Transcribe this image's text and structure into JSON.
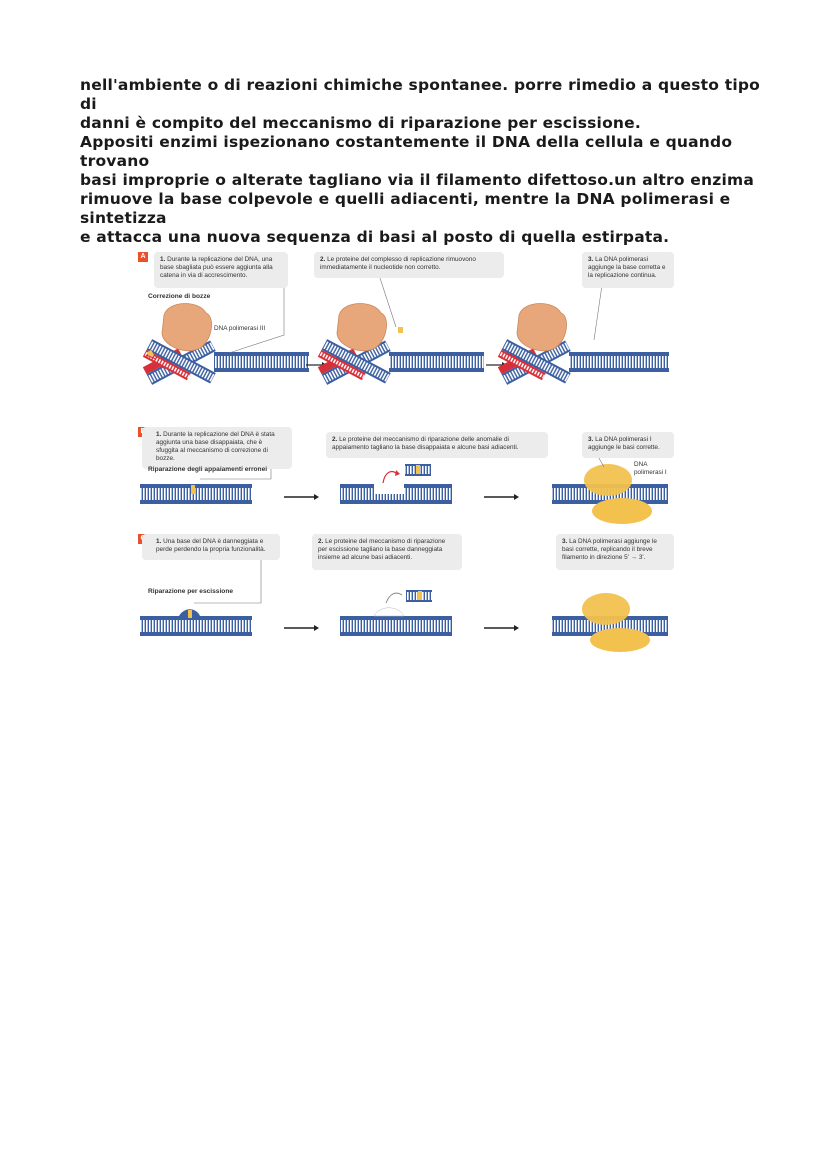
{
  "text": {
    "lines": [
      "nell'ambiente o di reazioni chimiche spontanee. porre rimedio a questo tipo di",
      "danni è compito del meccanismo di riparazione per escissione.",
      "Appositi enzimi ispezionano costantemente il DNA della cellula e quando trovano",
      "basi improprie o alterate tagliano via il filamento difettoso.un altro enzima",
      "rimuove la base colpevole e quelli adiacenti, mentre la DNA polimerasi e sintetizza",
      "e attacca una nuova sequenza di basi al posto di quella estirpata."
    ]
  },
  "figure": {
    "panel_a": {
      "letter": "A",
      "step1_num": "1.",
      "step1": "Durante la replicazione del DNA, una base sbagliata può essere aggiunta alla catena in via di accrescimento.",
      "step2_num": "2.",
      "step2": "Le proteine del complesso di replicazione rimuovono immediatamente il nucleotide non corretto.",
      "step3_num": "3.",
      "step3": "La DNA polimerasi aggiunge la base corretta e la replicazione continua.",
      "subtitle": "Correzione di bozze",
      "enzyme_label": "DNA polimerasi III"
    },
    "panel_b": {
      "letter": "B",
      "step1_num": "1.",
      "step1": "Durante la replicazione del DNA è stata aggiunta una base disappaiata, che è sfuggita al meccanismo di correzione di bozze.",
      "step2_num": "2.",
      "step2": "Le proteine del meccanismo di riparazione delle anomalie di appaiamento tagliano la base disappaiata e alcune basi adiacenti.",
      "step3_num": "3.",
      "step3": "La DNA polimerasi I aggiunge le basi corrette.",
      "subtitle": "Riparazione degli appaiamenti erronei",
      "enzyme_label_1": "DNA",
      "enzyme_label_2": "polimerasi I"
    },
    "panel_c": {
      "letter": "C",
      "step1_num": "1.",
      "step1": "Una base del DNA è danneggiata e perde perdendo la propria funzionalità.",
      "step2_num": "2.",
      "step2": "Le proteine del meccanismo di riparazione per escissione tagliano la base danneggiata insieme ad alcune basi adiacenti.",
      "step3_num": "3.",
      "step3": "La DNA polimerasi aggiunge le basi corrette, replicando il breve filamento in direzione 5' → 3'.",
      "subtitle": "Riparazione per escissione"
    },
    "colors": {
      "dna_blue": "#3b5fa0",
      "dna_red": "#d6303a",
      "enzyme_orange": "#e8a77a",
      "polymerase_yellow": "#f2c14e",
      "accent": "#e8512a"
    }
  }
}
